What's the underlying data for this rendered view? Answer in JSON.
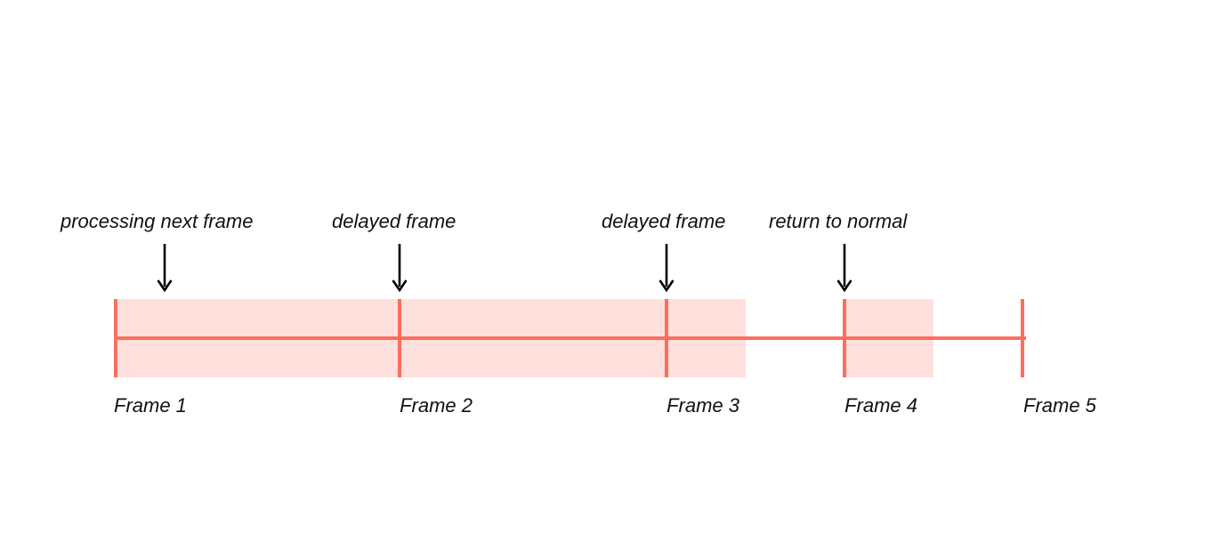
{
  "diagram": {
    "type": "timeline",
    "colors": {
      "accent_line": "#fa6f5e",
      "shaded_fill": "#ffe0dc",
      "text": "#111111",
      "background": "#ffffff",
      "arrow": "#000000"
    },
    "annotations": [
      {
        "label": "processing next frame",
        "arrow_icon": "arrow-down-icon",
        "at_frame": "Frame 1"
      },
      {
        "label": "delayed frame",
        "arrow_icon": "arrow-down-icon",
        "at_frame": "Frame 2"
      },
      {
        "label": "delayed frame",
        "arrow_icon": "arrow-down-icon",
        "at_frame": "Frame 3"
      },
      {
        "label": "return to normal",
        "arrow_icon": "arrow-down-icon",
        "at_frame": "Frame 4"
      }
    ],
    "frames": [
      {
        "label": "Frame 1"
      },
      {
        "label": "Frame 2"
      },
      {
        "label": "Frame 3"
      },
      {
        "label": "Frame 4"
      },
      {
        "label": "Frame 5"
      }
    ]
  }
}
